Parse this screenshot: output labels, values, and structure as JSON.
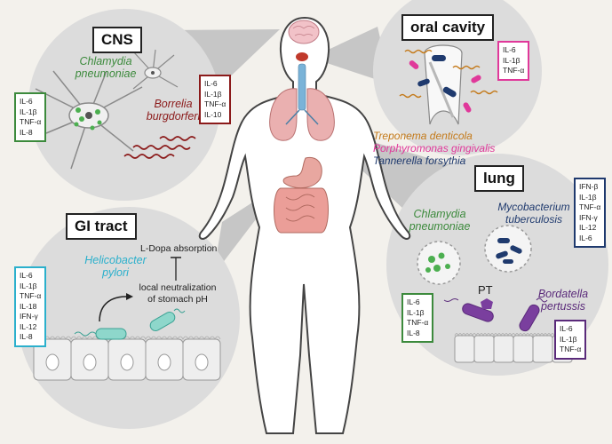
{
  "colors": {
    "background": "#f3f1ec",
    "panel": "#dcdcdc",
    "body_fill": "#ffffff",
    "body_outline": "#444444",
    "cns_green": "#3c8a3c",
    "borrelia_red": "#8b1a1a",
    "oral_pink": "#e0389a",
    "treponema_orange": "#c47a1a",
    "tannerella_navy": "#1f3a6e",
    "gi_cyan": "#2bb0cc",
    "lung_navy": "#1f3a6e",
    "bordetella_purple": "#5a2a7a"
  },
  "panels": {
    "cns": {
      "title": "CNS",
      "pathogen1": [
        "Chlamydia",
        "pneumoniae"
      ],
      "pathogen2": [
        "Borrelia",
        "burgdorferi"
      ],
      "cytokines_green": [
        "IL-6",
        "IL-1β",
        "TNF-α",
        "IL-8"
      ],
      "cytokines_red": [
        "IL-6",
        "IL-1β",
        "TNF-α",
        "IL-10"
      ]
    },
    "oral": {
      "title": "oral cavity",
      "pathogens": [
        "Treponema denticola",
        "Porphyromonas gingivalis",
        "Tannerella forsythia"
      ],
      "cytokines": [
        "IL-6",
        "IL-1β",
        "TNF-α"
      ]
    },
    "gi": {
      "title": "GI tract",
      "pathogen": [
        "Helicobacter",
        "pylori"
      ],
      "cytokines": [
        "IL-6",
        "IL-1β",
        "TNF-α",
        "IL-18",
        "IFN-γ",
        "IL-12",
        "IL-8"
      ],
      "absorption": "L-Dopa absorption",
      "neutralization": [
        "local neutralization",
        "of stomach pH"
      ]
    },
    "lung": {
      "title": "lung",
      "pathogen1": [
        "Chlamydia",
        "pneumoniae"
      ],
      "pathogen2": [
        "Mycobacterium",
        "tuberculosis"
      ],
      "pathogen3": [
        "Bordatella",
        "pertussis"
      ],
      "toxin": "PT",
      "cytokines_navy": [
        "IFN-β",
        "IL-1β",
        "TNF-α",
        "IFN-γ",
        "IL-12",
        "IL-6"
      ],
      "cytokines_green": [
        "IL-6",
        "IL-1β",
        "TNF-α",
        "IL-8"
      ],
      "cytokines_purple": [
        "IL-6",
        "IL-1β",
        "TNF-α"
      ]
    }
  }
}
